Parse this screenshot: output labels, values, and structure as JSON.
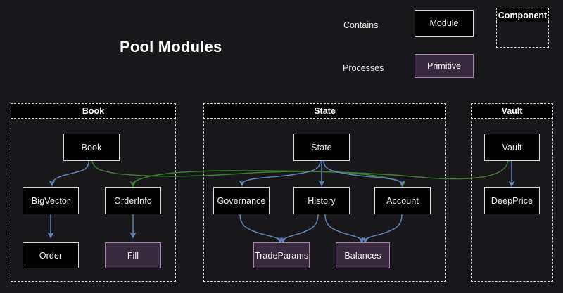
{
  "title": "Pool Modules",
  "colors": {
    "background": "#18181a",
    "module_fill": "#000000",
    "module_border": "#d8d8d8",
    "primitive_fill": "#3b2b40",
    "primitive_border": "#a983b4",
    "contains_edge": "#5b83b8",
    "processes_edge": "#3f7d32",
    "cluster_border": "#dcdcdc",
    "text": "#f0f0f1"
  },
  "legend": {
    "contains_label": "Contains",
    "processes_label": "Processes",
    "module_label": "Module",
    "primitive_label": "Primitive",
    "component_label": "Component"
  },
  "clusters": [
    {
      "id": "book",
      "label": "Book"
    },
    {
      "id": "state",
      "label": "State"
    },
    {
      "id": "vault",
      "label": "Vault"
    }
  ],
  "nodes": [
    {
      "id": "book",
      "label": "Book",
      "type": "module",
      "cluster": "book"
    },
    {
      "id": "bigvector",
      "label": "BigVector",
      "type": "module",
      "cluster": "book"
    },
    {
      "id": "orderinfo",
      "label": "OrderInfo",
      "type": "module",
      "cluster": "book"
    },
    {
      "id": "order",
      "label": "Order",
      "type": "module",
      "cluster": "book"
    },
    {
      "id": "fill",
      "label": "Fill",
      "type": "primitive",
      "cluster": "book"
    },
    {
      "id": "state",
      "label": "State",
      "type": "module",
      "cluster": "state"
    },
    {
      "id": "governance",
      "label": "Governance",
      "type": "module",
      "cluster": "state"
    },
    {
      "id": "history",
      "label": "History",
      "type": "module",
      "cluster": "state"
    },
    {
      "id": "account",
      "label": "Account",
      "type": "module",
      "cluster": "state"
    },
    {
      "id": "tradeparams",
      "label": "TradeParams",
      "type": "primitive",
      "cluster": "state"
    },
    {
      "id": "balances",
      "label": "Balances",
      "type": "primitive",
      "cluster": "state"
    },
    {
      "id": "vault",
      "label": "Vault",
      "type": "module",
      "cluster": "vault"
    },
    {
      "id": "deepprice",
      "label": "DeepPrice",
      "type": "module",
      "cluster": "vault"
    }
  ],
  "edges": [
    {
      "from": "book",
      "to": "bigvector",
      "kind": "contains"
    },
    {
      "from": "bigvector",
      "to": "order",
      "kind": "contains"
    },
    {
      "from": "orderinfo",
      "to": "fill",
      "kind": "contains"
    },
    {
      "from": "book",
      "to": "account",
      "kind": "processes"
    },
    {
      "from": "state",
      "to": "governance",
      "kind": "contains"
    },
    {
      "from": "state",
      "to": "history",
      "kind": "contains"
    },
    {
      "from": "state",
      "to": "account",
      "kind": "contains"
    },
    {
      "from": "governance",
      "to": "tradeparams",
      "kind": "contains"
    },
    {
      "from": "history",
      "to": "tradeparams",
      "kind": "contains"
    },
    {
      "from": "history",
      "to": "balances",
      "kind": "contains"
    },
    {
      "from": "account",
      "to": "balances",
      "kind": "contains"
    },
    {
      "from": "vault",
      "to": "deepprice",
      "kind": "contains"
    },
    {
      "from": "vault",
      "to": "orderinfo",
      "kind": "processes"
    }
  ]
}
